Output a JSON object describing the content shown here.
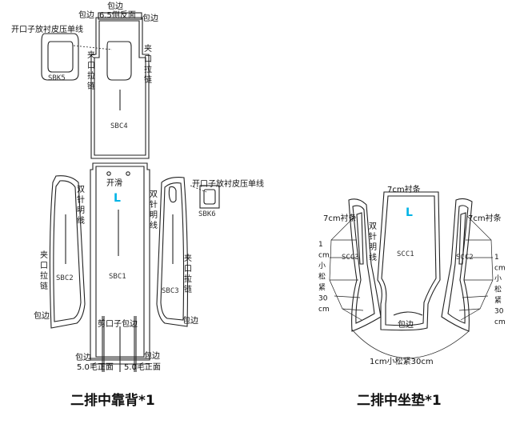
{
  "back": {
    "title": "二排中靠背*1",
    "top_labels": {
      "bian": "包边",
      "bian_left": "包边",
      "side_face": "6.5侧反面",
      "bian_right": "包边"
    },
    "zipper_left": "夹口拉链",
    "zipper_right": "夹口拉链",
    "open_sbk5": "开口子放衬皮压单线",
    "open_sbk6": "开口子放衬皮压单线",
    "slide": "开滑",
    "letter": "L",
    "double_left": "双针明线",
    "double_right": "双针明线",
    "cut_bian": "剪口子包边",
    "bian_bl": "包边",
    "bian_br": "包边",
    "bot_bian_left": "包边",
    "bot_bian_right": "包边",
    "front_left": "5.0毛正面",
    "front_right": "5.0毛正面",
    "codes": {
      "sbk5": "SBK5",
      "sbk6": "SBK6",
      "sbc4": "SBC4",
      "sbc1": "SBC1",
      "sbc2": "SBC2",
      "sbc3": "SBC3"
    }
  },
  "cushion": {
    "title": "二排中坐垫*1",
    "top_strip": "7cm衬条",
    "left_strip": "7cm衬条",
    "right_strip": "7cm衬条",
    "letter": "L",
    "double": "双针明线",
    "bian": "包边",
    "left_note": [
      "1",
      "cm",
      "小",
      "松",
      "紧",
      "30",
      "cm"
    ],
    "right_note": [
      "1",
      "cm",
      "小",
      "松",
      "紧",
      "30",
      "cm"
    ],
    "bottom_note": "1cm小松紧30cm",
    "codes": {
      "scc1": "SCC1",
      "scc2": "SCC2",
      "scc3": "SCC3"
    }
  }
}
